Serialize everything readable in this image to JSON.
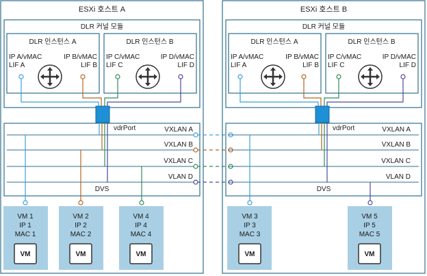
{
  "hosts": [
    {
      "title": "ESXi 호스트 A",
      "kernel_label": "DLR 커널 모듈",
      "instances": [
        {
          "title": "DLR 인스턴스 A",
          "lif_left": [
            "IP A/vMAC",
            "LIF A"
          ],
          "lif_right": [
            "IP B/vMAC",
            "LIF B"
          ]
        },
        {
          "title": "DLR 인스턴스 B",
          "lif_left": [
            "IP C/vMAC",
            "LIF C"
          ],
          "lif_right": [
            "IP D/vMAC",
            "LIF D"
          ]
        }
      ],
      "vdrport_label": "vdrPort",
      "networks": [
        "VXLAN A",
        "VXLAN B",
        "VXLAN C",
        "VLAN D"
      ],
      "dvs_label": "DVS",
      "vms": [
        {
          "lines": [
            "VM 1",
            "IP 1",
            "MAC 1"
          ],
          "icon": "VM"
        },
        {
          "lines": [
            "VM 2",
            "IP 2",
            "MAC 2"
          ],
          "icon": "VM"
        },
        {
          "lines": [
            "VM 4",
            "IP 4",
            "MAC 4"
          ],
          "icon": "VM"
        }
      ]
    },
    {
      "title": "ESXi 호스트 B",
      "kernel_label": "DLR 커널 모듈",
      "instances": [
        {
          "title": "DLR 인스턴스 A",
          "lif_left": [
            "IP A/vMAC",
            "LIF A"
          ],
          "lif_right": [
            "IP B/vMAC",
            "LIF B"
          ]
        },
        {
          "title": "DLR 인스턴스 B",
          "lif_left": [
            "IP C/vMAC",
            "LIF C"
          ],
          "lif_right": [
            "IP D/vMAC",
            "LIF D"
          ]
        }
      ],
      "vdrport_label": "vdrPort",
      "networks": [
        "VXLAN A",
        "VXLAN B",
        "VXLAN C",
        "VLAN D"
      ],
      "dvs_label": "DVS",
      "vms": [
        {
          "lines": [
            "VM 3",
            "IP 3",
            "MAC 3"
          ],
          "icon": "VM"
        },
        {
          "lines": [
            "VM 5",
            "IP 5",
            "MAC 5"
          ],
          "icon": "VM"
        }
      ]
    }
  ],
  "colors": {
    "frame": "#2e6f8e",
    "vxlan_a": "#3aa0d8",
    "vxlan_b": "#b5651d",
    "vxlan_c": "#2e8b57",
    "vlan_d": "#4a4a9c",
    "vm_fill": "#a9cfe4",
    "vdrport": "#1e90d6"
  }
}
